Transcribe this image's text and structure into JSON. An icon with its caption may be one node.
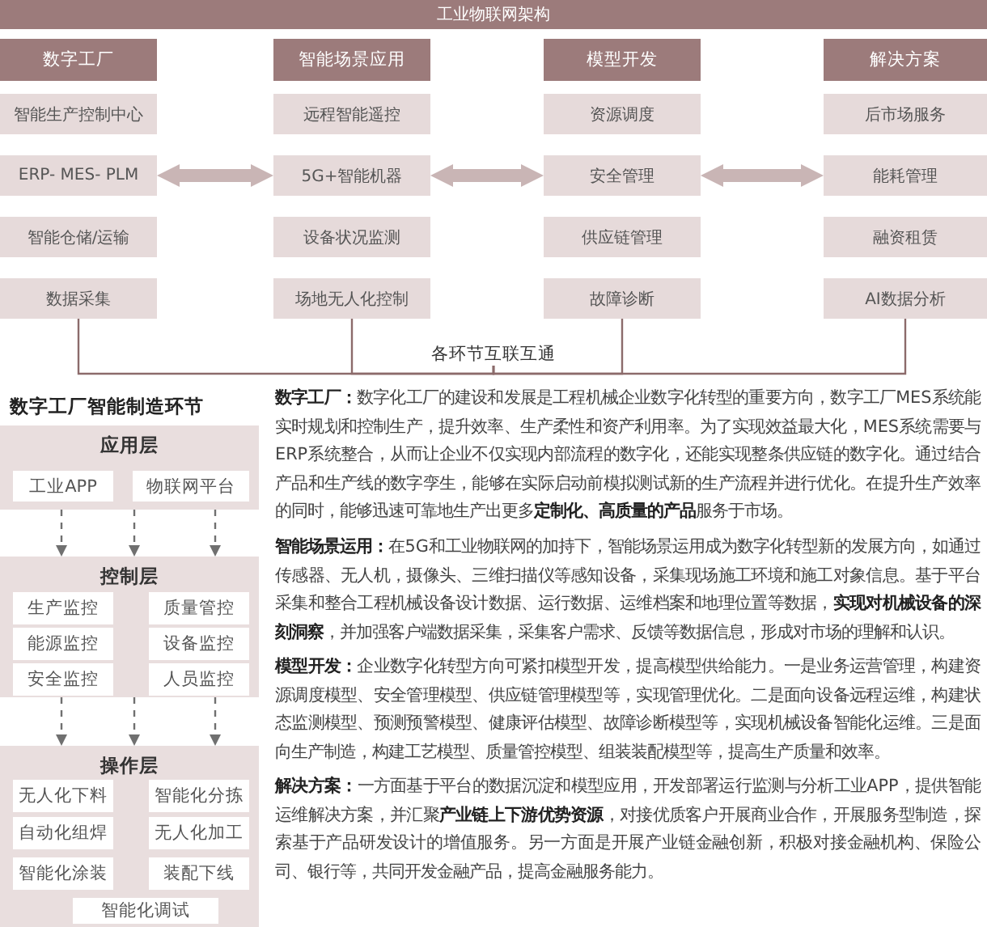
{
  "diagram": {
    "nodes": [
      {
        "text": [
          "工业物联网架构"
        ]
      },
      {
        "text": [
          "数字工厂"
        ]
      },
      {
        "text": [
          "智能生产控制中心"
        ]
      },
      {
        "text": [
          "ERP- MES- PLM"
        ]
      },
      {
        "text": [
          "智能仓储/运输"
        ]
      },
      {
        "text": [
          "数据采集"
        ]
      },
      {
        "text": [
          "智能场景应用"
        ]
      },
      {
        "text": [
          "远程智能遥控"
        ]
      },
      {
        "text": [
          "5G+智能机器"
        ]
      },
      {
        "text": [
          "设备状况监测"
        ]
      },
      {
        "text": [
          "场地无人化控制"
        ]
      },
      {
        "text": [
          "模型开发"
        ]
      },
      {
        "text": [
          "资源调度"
        ]
      },
      {
        "text": [
          "安全管理"
        ]
      },
      {
        "text": [
          "供应链管理"
        ]
      },
      {
        "text": [
          "故障诊断"
        ]
      },
      {
        "text": [
          "解决方案"
        ]
      },
      {
        "text": [
          "后市场服务"
        ]
      },
      {
        "text": [
          "能耗管理"
        ]
      },
      {
        "text": [
          "融资租赁"
        ]
      },
      {
        "text": [
          "AI数据分析"
        ]
      },
      {
        "text": [
          "各环节互联互通"
        ]
      },
      {
        "text": [
          "应用层"
        ]
      },
      {
        "text": [
          "工业APP"
        ],
        "in": 22
      },
      {
        "text": [
          "物联网平台"
        ],
        "in": 22
      },
      {
        "text": [
          "控制层"
        ]
      },
      {
        "text": [
          "生产监控"
        ],
        "in": 25
      },
      {
        "text": [
          "质量管控"
        ],
        "in": 25
      },
      {
        "text": [
          "能源监控"
        ],
        "in": 25
      },
      {
        "text": [
          "设备监控"
        ],
        "in": 25
      },
      {
        "text": [
          "安全监控"
        ],
        "in": 25
      },
      {
        "text": [
          "人员监控"
        ],
        "in": 25
      },
      {
        "text": [
          "操作层"
        ]
      },
      {
        "text": [
          "无人化下料"
        ],
        "in": 32
      },
      {
        "text": [
          "智能化分拣"
        ],
        "in": 32
      },
      {
        "text": [
          "自动化组焊"
        ],
        "in": 32
      },
      {
        "text": [
          "无人化加工"
        ],
        "in": 32
      },
      {
        "text": [
          "智能化涂装"
        ],
        "in": 32
      },
      {
        "text": [
          "装配下线"
        ],
        "in": 32
      },
      {
        "text": [
          "智能化调试"
        ],
        "in": 32
      }
    ],
    "edges": [
      {
        "from": 3,
        "to": 8,
        "arrow": "both",
        "style": "thick",
        "color": "#c9b5b5"
      },
      {
        "from": 8,
        "to": 13,
        "arrow": "both",
        "style": "thick",
        "color": "#c9b5b5"
      },
      {
        "from": 13,
        "to": 18,
        "arrow": "both",
        "style": "thick",
        "color": "#c9b5b5"
      },
      {
        "from": 5,
        "to": 21,
        "arrow": "none",
        "color": "#8c6b6b"
      },
      {
        "from": 10,
        "to": 21,
        "arrow": "none",
        "color": "#8c6b6b"
      },
      {
        "from": 15,
        "to": 21,
        "arrow": "none",
        "color": "#8c6b6b"
      },
      {
        "from": 20,
        "to": 21,
        "arrow": "none",
        "color": "#8c6b6b"
      },
      {
        "from": 22,
        "to": 25,
        "arrow": "to",
        "style": "dashed"
      },
      {
        "from": 22,
        "to": 25,
        "arrow": "to",
        "style": "dashed"
      },
      {
        "from": 22,
        "to": 25,
        "arrow": "to",
        "style": "dashed"
      },
      {
        "from": 25,
        "to": 32,
        "arrow": "to",
        "style": "dashed"
      },
      {
        "from": 25,
        "to": 32,
        "arrow": "to",
        "style": "dashed"
      },
      {
        "from": 25,
        "to": 32,
        "arrow": "to",
        "style": "dashed"
      }
    ],
    "labels": [
      "数字工厂智能制造环节",
      "**数字工厂：**数字化工厂的建设和发展是工程机械企业数字化转型的重要方向，数字工厂MES系统能实时规划和控制生产，提升效率、生产柔性和资产利用率。为了实现效益最大化，MES系统需要与ERP系统整合，从而让企业不仅实现内部流程的数字化，还能实现整条供应链的数字化。通过结合产品和生产线的数字孪生，能够在实际启动前模拟测试新的生产流程并进行优化。在提升生产效率的同时，能够迅速可靠地生产出更多**定制化、高质量的产品**服务于市场。",
      "**智能场景运用：**在5G和工业物联网的加持下，智能场景运用成为数字化转型新的发展方向，如通过传感器、无人机，摄像头、三维扫描仪等感知设备，采集现场施工环境和施工对象信息。基于平台采集和整合工程机械设备设计数据、运行数据、运维档案和地理位置等数据，**实现对机械设备的深刻洞察**，并加强客户端数据采集，采集客户需求、反馈等数据信息，形成对市场的理解和认识。",
      "**模型开发：**企业数字化转型方向可紧扣模型开发，提高模型供给能力。一是业务运营管理，构建资源调度模型、安全管理模型、供应链管理模型等，实现管理优化。二是面向设备远程运维，构建状态监测模型、预测预警模型、健康评估模型、故障诊断模型等，实现机械设备智能化运维。三是面向生产制造，构建工艺模型、质量管控模型、组装装配模型等，提高生产质量和效率。",
      "**解决方案：**一方面基于平台的数据沉淀和模型应用，开发部署运行监测与分析工业APP，提供智能运维解决方案，并汇聚**产业链上下游优势资源**，对接优质客户开展商业合作，开展服务型制造，探索基于产品研发设计的增值服务。另一方面是开展产业链金融创新，积极对接金融机构、保险公司、银行等，共同开发金融产品，提高金融服务能力。"
    ]
  }
}
